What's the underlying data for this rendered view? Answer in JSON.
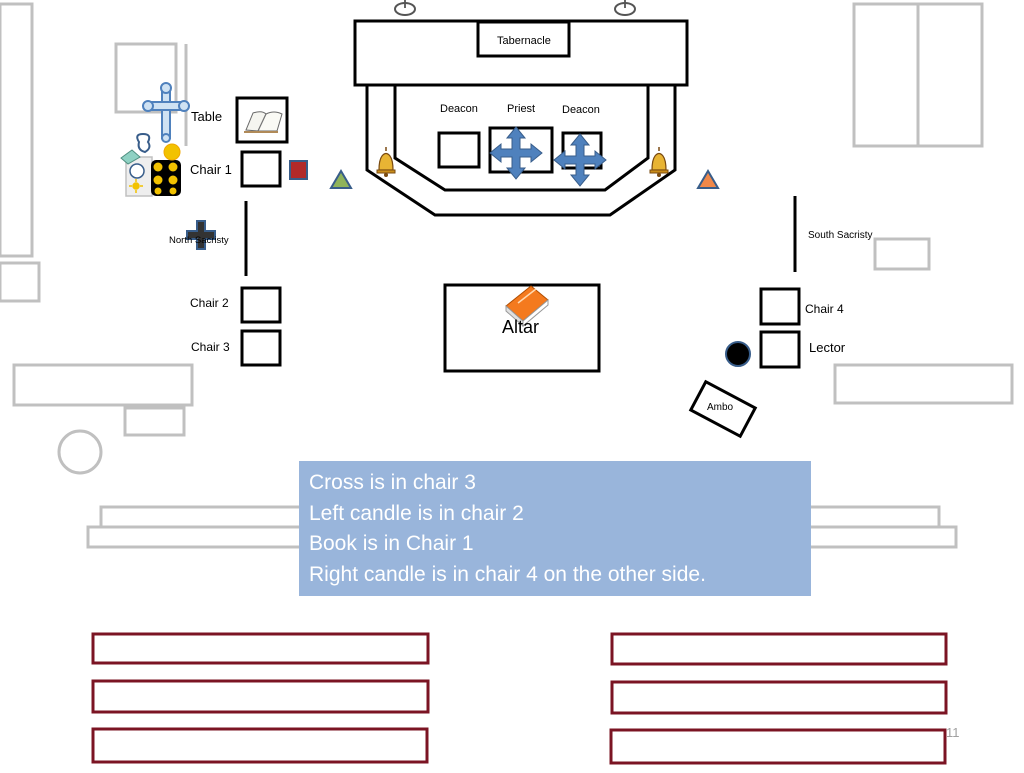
{
  "labels": {
    "tabernacle": "Tabernacle",
    "deacon_left": "Deacon",
    "priest": "Priest",
    "deacon_right": "Deacon",
    "table": "Table",
    "chair1": "Chair 1",
    "north_sacristy": "North Sacristy",
    "chair2": "Chair 2",
    "chair3": "Chair 3",
    "altar": "Altar",
    "south_sacristy": "South Sacristy",
    "chair4": "Chair 4",
    "lector": "Lector",
    "ambo": "Ambo"
  },
  "note": {
    "lines": [
      "Cross is in chair 3",
      "Left candle is in chair 2",
      "Book is in Chair 1",
      "Right candle is in chair 4 on the other side."
    ]
  },
  "page_number": "11",
  "colors": {
    "note_bg": "#99b5db",
    "pew_border": "#7b1423",
    "wall_gray": "#c0c0c0",
    "arrow_blue": "#4f81bd",
    "triangle_green": "#8fb35a",
    "triangle_orange": "#f0884a",
    "book_orange": "#f47a1e",
    "red_square": "#b22a2a"
  },
  "icons": [
    "open-book-icon",
    "processional-cross-icon",
    "bell-icon",
    "move-arrows-icon",
    "closed-book-icon",
    "triangle-marker-icon",
    "candle-holder-icon"
  ]
}
